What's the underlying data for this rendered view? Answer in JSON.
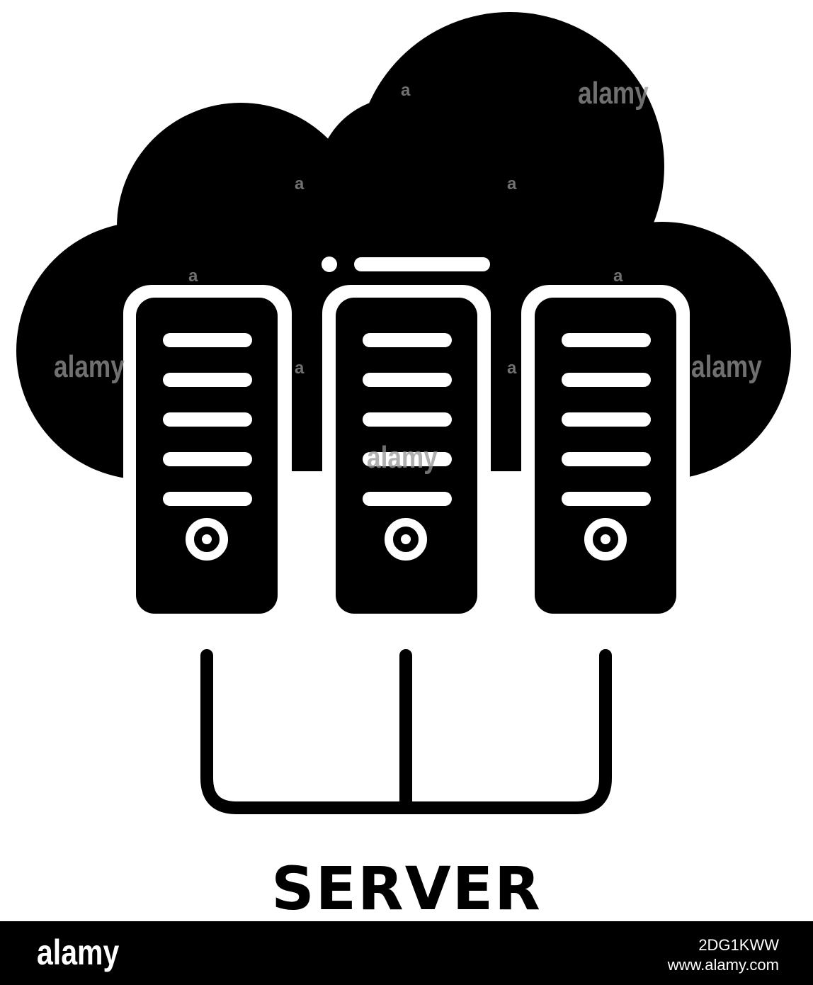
{
  "icon": {
    "name": "cloud-server-icon",
    "caption": "SERVER",
    "fill_color": "#000000",
    "background_color": "#ffffff"
  },
  "watermarks": {
    "brand": "alamy",
    "letter": "a"
  },
  "footer": {
    "brand": "alamy",
    "image_id": "2DG1KWW",
    "site": "www.alamy.com"
  }
}
